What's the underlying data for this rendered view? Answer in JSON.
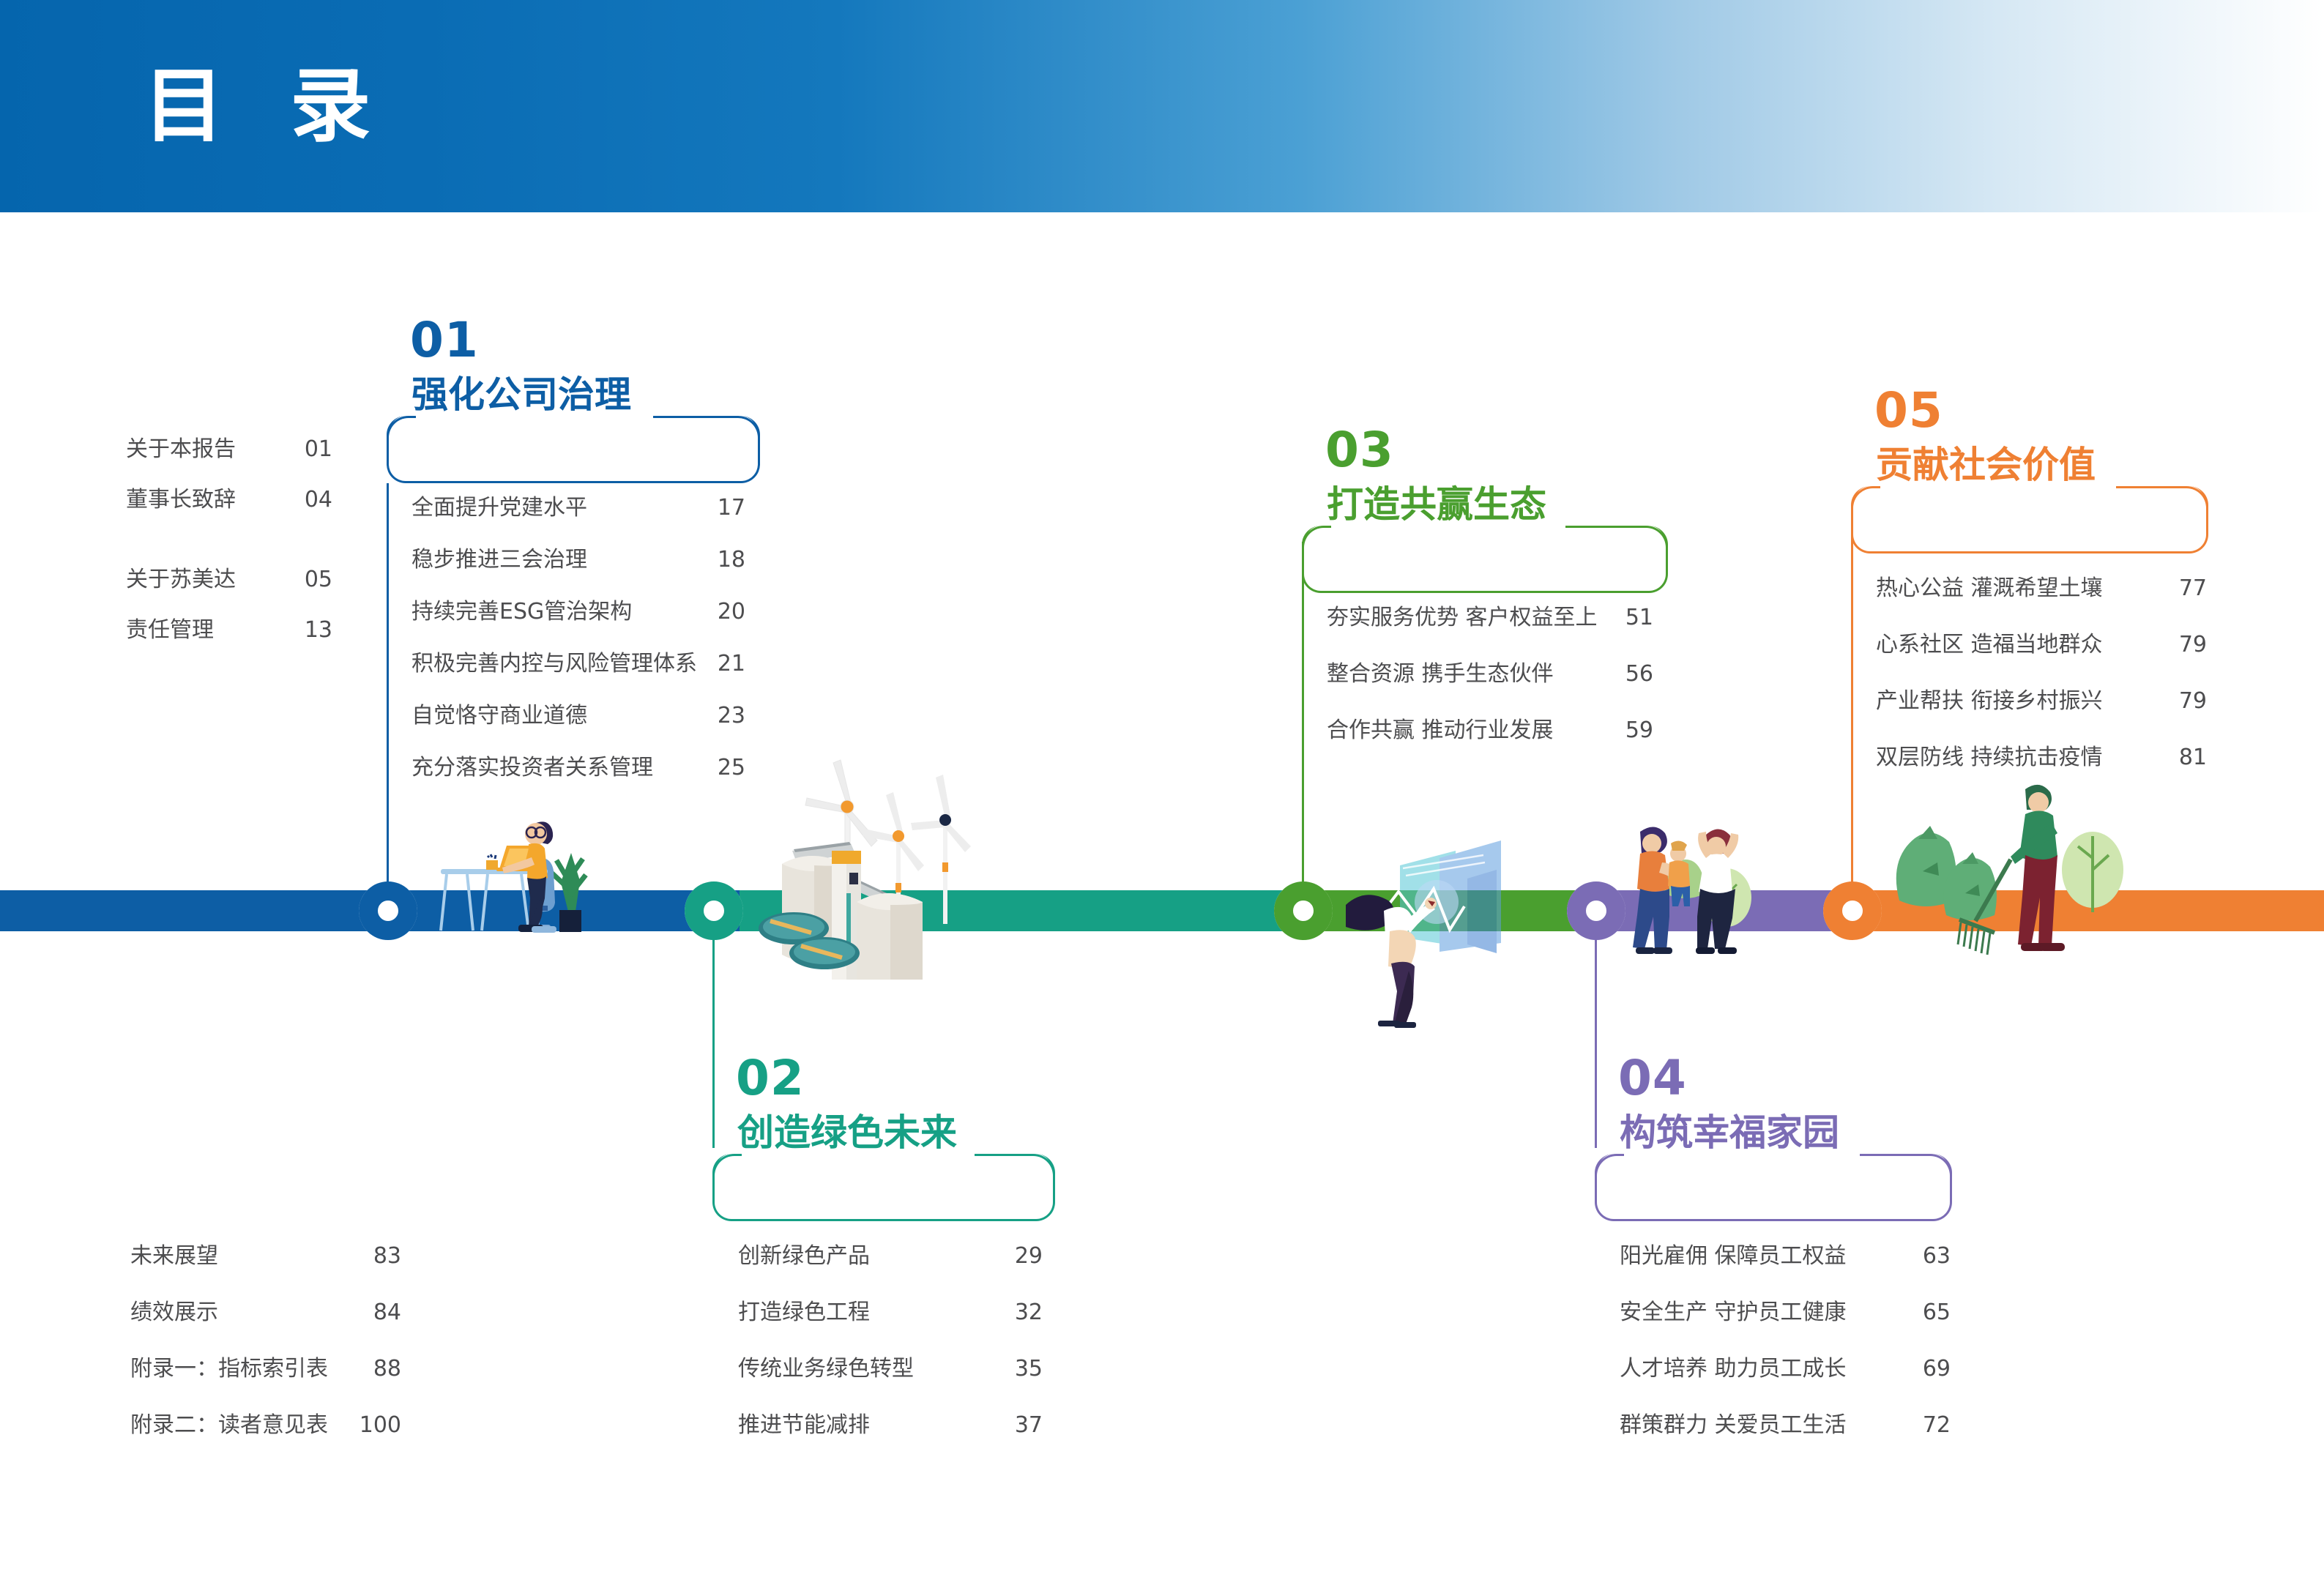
{
  "header": {
    "title": "目 录"
  },
  "colors": {
    "blue": "#0d5ea5",
    "teal": "#16a085",
    "green": "#4a9f2f",
    "purple": "#7b6cb5",
    "orange": "#ef8033",
    "text": "#4d4d4f",
    "header_gradient_start": "#0565ad",
    "header_gradient_end": "#ffffff"
  },
  "front_matter": {
    "group_a": [
      {
        "label": "关于本报告",
        "page": "01"
      },
      {
        "label": "董事长致辞",
        "page": "04"
      }
    ],
    "group_b": [
      {
        "label": "关于苏美达",
        "page": "05"
      },
      {
        "label": "责任管理",
        "page": "13"
      }
    ]
  },
  "back_matter": [
    {
      "label": "未来展望",
      "page": "83"
    },
    {
      "label": "绩效展示",
      "page": "84"
    },
    {
      "label": "附录一：指标索引表",
      "page": "88"
    },
    {
      "label": "附录二：读者意见表",
      "page": "100"
    }
  ],
  "sections": [
    {
      "num": "01",
      "title": "强化公司治理",
      "color": "#0d5ea5",
      "items": [
        {
          "label": "全面提升党建水平",
          "page": "17"
        },
        {
          "label": "稳步推进三会治理",
          "page": "18"
        },
        {
          "label": "持续完善ESG管治架构",
          "page": "20"
        },
        {
          "label": "积极完善内控与风险管理体系",
          "page": "21"
        },
        {
          "label": "自觉恪守商业道德",
          "page": "23"
        },
        {
          "label": "充分落实投资者关系管理",
          "page": "25"
        }
      ]
    },
    {
      "num": "02",
      "title": "创造绿色未来",
      "color": "#16a085",
      "items": [
        {
          "label": "创新绿色产品",
          "page": "29"
        },
        {
          "label": "打造绿色工程",
          "page": "32"
        },
        {
          "label": "传统业务绿色转型",
          "page": "35"
        },
        {
          "label": "推进节能减排",
          "page": "37"
        }
      ]
    },
    {
      "num": "03",
      "title": "打造共赢生态",
      "color": "#4a9f2f",
      "items": [
        {
          "label": "夯实服务优势 客户权益至上",
          "page": "51"
        },
        {
          "label": "整合资源 携手生态伙伴",
          "page": "56"
        },
        {
          "label": "合作共赢 推动行业发展",
          "page": "59"
        }
      ]
    },
    {
      "num": "04",
      "title": "构筑幸福家园",
      "color": "#7b6cb5",
      "items": [
        {
          "label": "阳光雇佣 保障员工权益",
          "page": "63"
        },
        {
          "label": "安全生产 守护员工健康",
          "page": "65"
        },
        {
          "label": "人才培养 助力员工成长",
          "page": "69"
        },
        {
          "label": "群策群力 关爱员工生活",
          "page": "72"
        }
      ]
    },
    {
      "num": "05",
      "title": "贡献社会价值",
      "color": "#ef8033",
      "items": [
        {
          "label": "热心公益 灌溉希望土壤",
          "page": "77"
        },
        {
          "label": "心系社区 造福当地群众",
          "page": "79"
        },
        {
          "label": "产业帮扶 衔接乡村振兴",
          "page": "79"
        },
        {
          "label": "双层防线 持续抗击疫情",
          "page": "81"
        }
      ]
    }
  ],
  "illustrations": [
    {
      "name": "desk-worker-illustration"
    },
    {
      "name": "wind-farm-illustration"
    },
    {
      "name": "data-analyst-illustration"
    },
    {
      "name": "community-family-illustration"
    },
    {
      "name": "volunteer-cleanup-illustration"
    }
  ]
}
